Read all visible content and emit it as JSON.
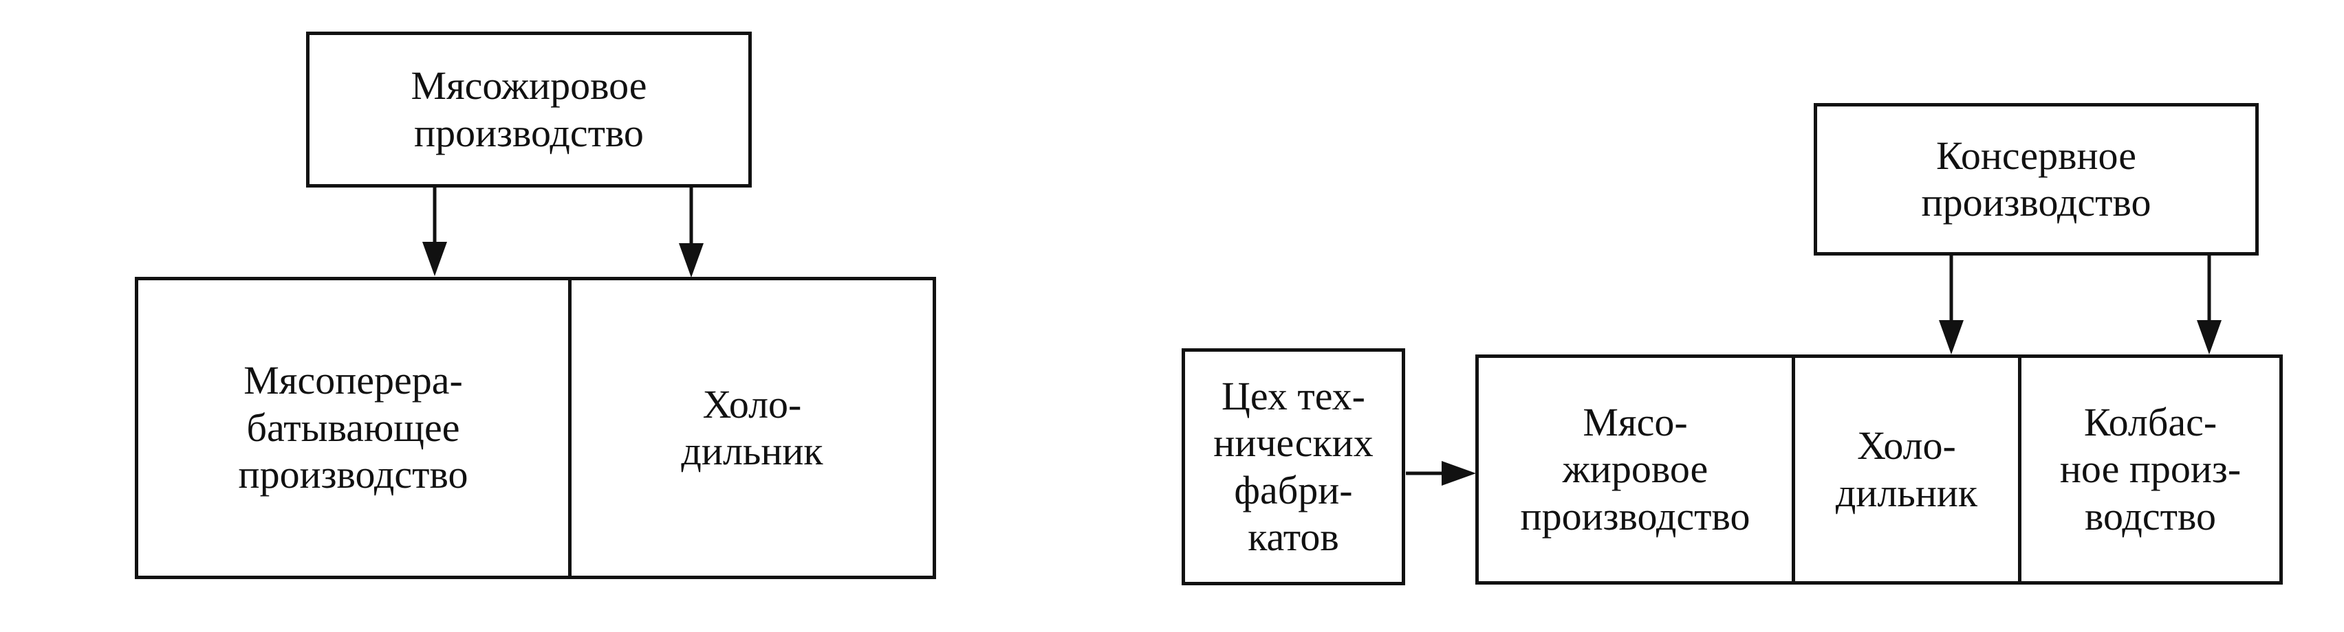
{
  "left_diagram": {
    "top_box": "Мясожировое\nпроизводство",
    "bottom_left_box": "Мясоперера-\nбатывающее\nпроизводство",
    "bottom_right_box": "Холо-\nдильник"
  },
  "right_diagram": {
    "top_box": "Консервное\nпроизводство",
    "left_box": "Цех тех-\nнических\nфабри-\nкатов",
    "main_box_1": "Мясо-\nжировое\nпроизводство",
    "main_box_2": "Холо-\nдильник",
    "main_box_3": "Колбас-\nное произ-\nводство"
  }
}
